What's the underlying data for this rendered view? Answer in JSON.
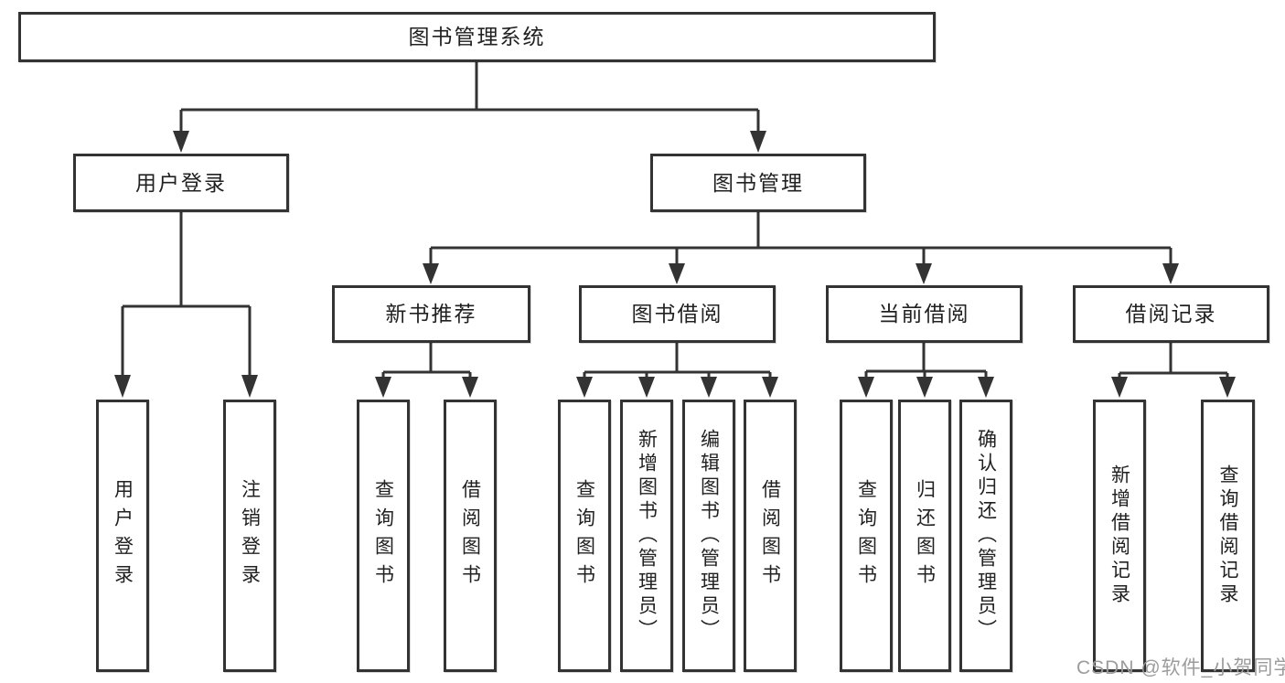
{
  "diagram_title": "图书管理系统",
  "tree": {
    "label": "图书管理系统",
    "children": [
      {
        "label": "用户登录",
        "children": [
          {
            "label": "用户登录"
          },
          {
            "label": "注销登录"
          }
        ]
      },
      {
        "label": "图书管理",
        "children": [
          {
            "label": "新书推荐",
            "children": [
              {
                "label": "查询图书"
              },
              {
                "label": "借阅图书"
              }
            ]
          },
          {
            "label": "图书借阅",
            "children": [
              {
                "label": "查询图书"
              },
              {
                "label": "新增图书（管理员）"
              },
              {
                "label": "编辑图书（管理员）"
              },
              {
                "label": "借阅图书"
              }
            ]
          },
          {
            "label": "当前借阅",
            "children": [
              {
                "label": "查询图书"
              },
              {
                "label": "归还图书"
              },
              {
                "label": "确认归还（管理员）"
              }
            ]
          },
          {
            "label": "借阅记录",
            "children": [
              {
                "label": "新增借阅记录"
              },
              {
                "label": "查询借阅记录"
              }
            ]
          }
        ]
      }
    ]
  },
  "watermark": {
    "text": "CSDN @软件_小贺同学"
  },
  "colors": {
    "line": "#333333",
    "box_border": "#333333",
    "text": "#212121",
    "watermark": "#9c9c9c",
    "background": "#ffffff"
  }
}
